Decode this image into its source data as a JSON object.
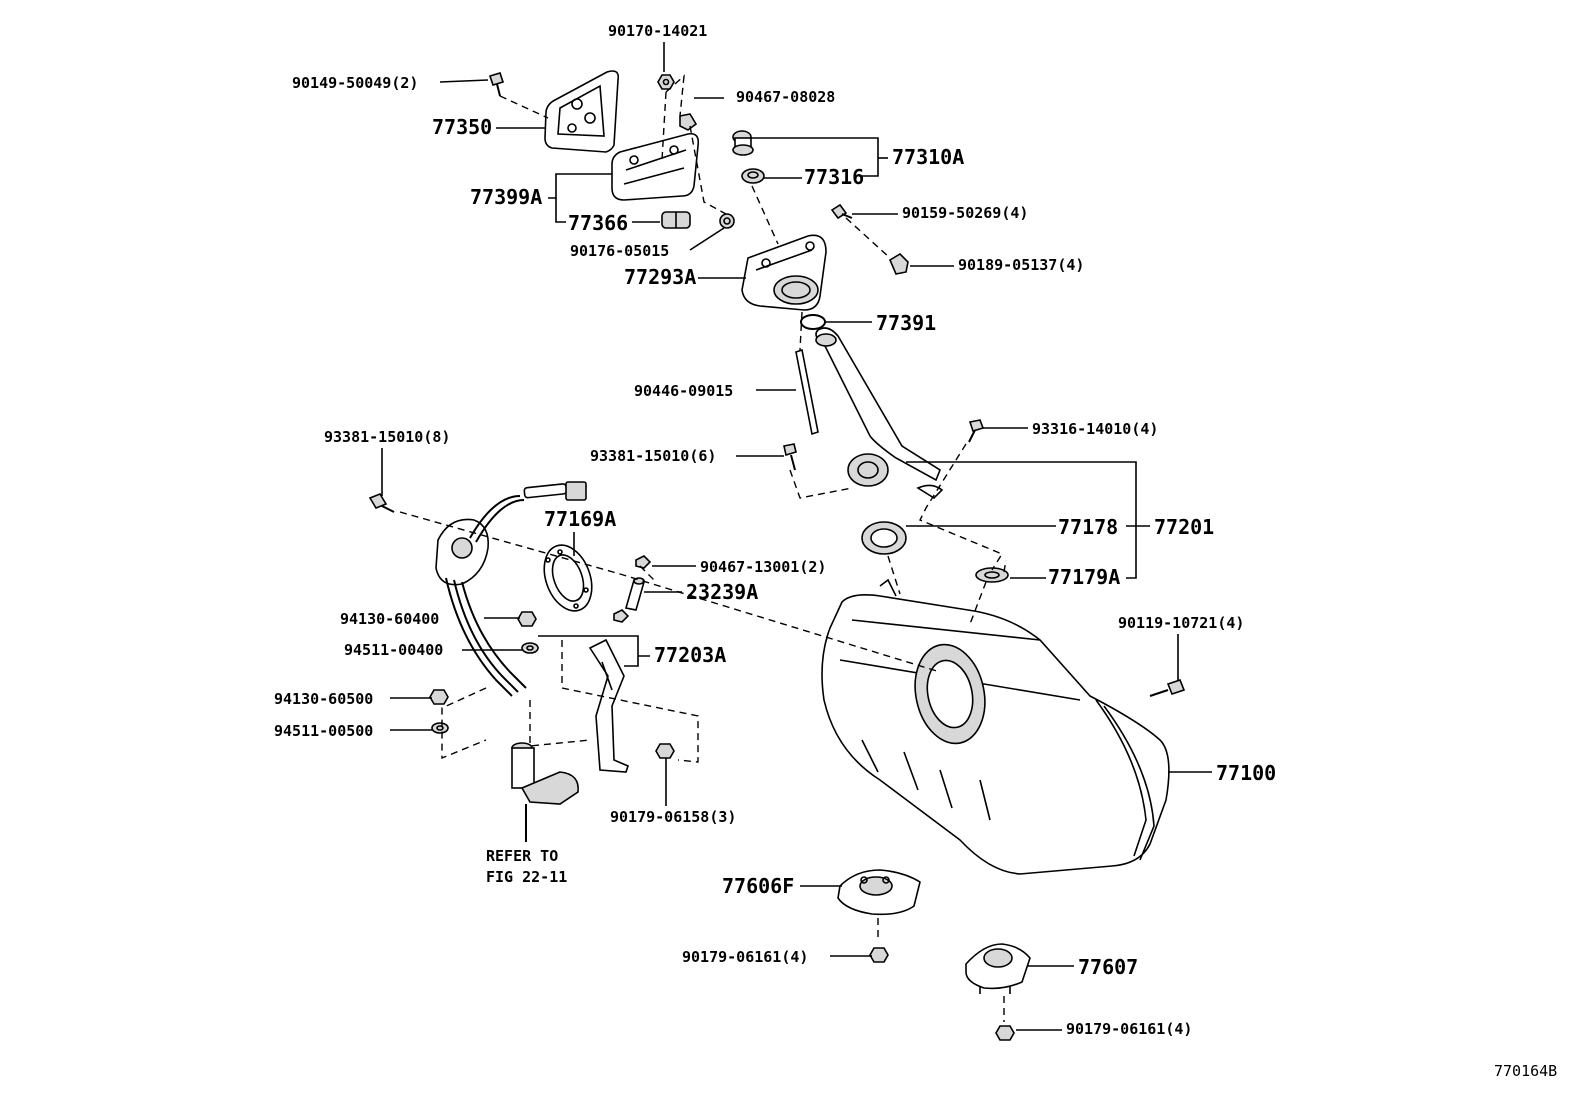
{
  "labels": {
    "p90170_14021": "90170-14021",
    "p90149_50049": "90149-50049(2)",
    "p90467_08028": "90467-08028",
    "p77350": "77350",
    "p77310A": "77310A",
    "p77316": "77316",
    "p77399A": "77399A",
    "p77366": "77366",
    "p90159_50269": "90159-50269(4)",
    "p90176_05015": "90176-05015",
    "p90189_05137": "90189-05137(4)",
    "p77293A": "77293A",
    "p77391": "77391",
    "p90446_09015": "90446-09015",
    "p93316_14010": "93316-14010(4)",
    "p93381_15010_8": "93381-15010(8)",
    "p93381_15010_6": "93381-15010(6)",
    "p77169A": "77169A",
    "p77178": "77178",
    "p77201": "77201",
    "p90467_13001": "90467-13001(2)",
    "p23239A": "23239A",
    "p77179A": "77179A",
    "p94130_60400": "94130-60400",
    "p90119_10721": "90119-10721(4)",
    "p94511_00400": "94511-00400",
    "p77203A": "77203A",
    "p94130_60500": "94130-60500",
    "p94511_00500": "94511-00500",
    "p77100": "77100",
    "p90179_06158": "90179-06158(3)",
    "refer_line1": "REFER TO",
    "refer_line2": "FIG 22-11",
    "p77606F": "77606F",
    "p90179_06161_a": "90179-06161(4)",
    "p77607": "77607",
    "p90179_06161_b": "90179-06161(4)",
    "figure_code": "770164B"
  }
}
